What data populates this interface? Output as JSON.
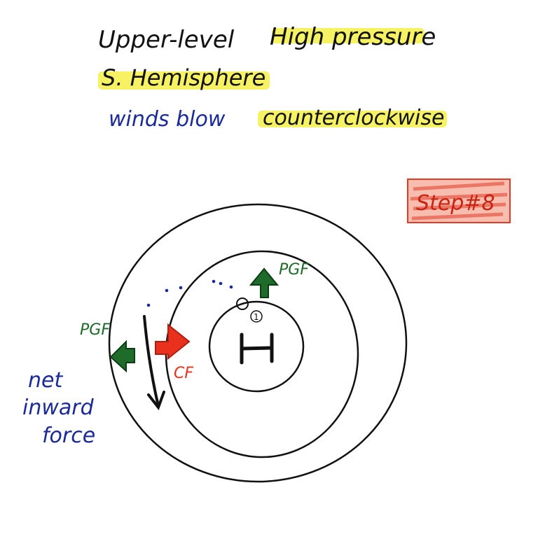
{
  "title": {
    "line1_part1": "Upper-level",
    "line1_part2": "High pressure",
    "line2": "S. Hemisphere",
    "line3_part1": "winds blow",
    "line3_part2": "counterclockwise"
  },
  "step_badge": "Step#8",
  "center_label": "H",
  "labels": {
    "pgf_top": "PGF",
    "pgf_left": "PGF",
    "cf": "CF",
    "point_number": "1",
    "net_line1": "net",
    "net_line2": "inward",
    "net_line3": "force"
  },
  "colors": {
    "ink_black": "#111111",
    "ink_blue": "#1a2a9a",
    "highlight_yellow": "#f4f048",
    "pgf_green": "#1e6b2a",
    "cf_red": "#e8321e",
    "badge_red": "#e23b2a"
  }
}
